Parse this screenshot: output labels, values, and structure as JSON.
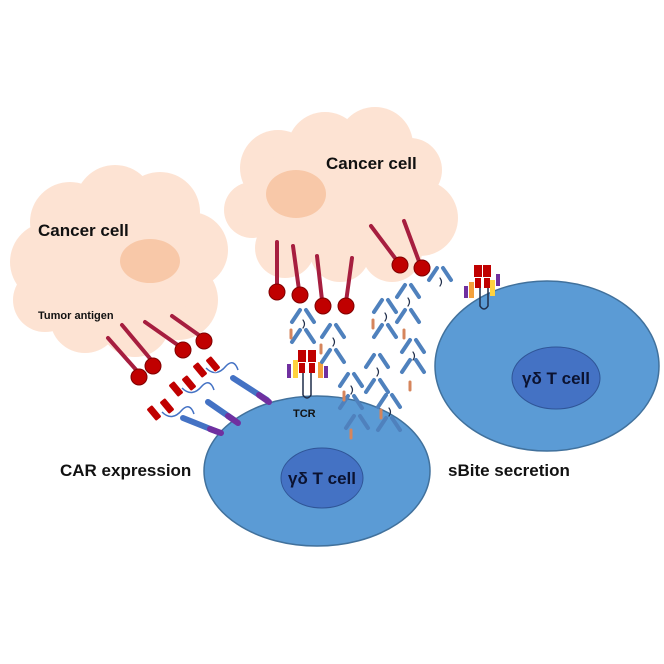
{
  "labels": {
    "cancer_cell_left": "Cancer cell",
    "cancer_cell_top": "Cancer cell",
    "tumor_antigen": "Tumor antigen",
    "tcr": "TCR",
    "car_expression": "CAR expression",
    "sbite_secretion": "sBite secretion",
    "gd_t_cell_center": "γδ T cell",
    "gd_t_cell_right": "γδ T cell"
  },
  "colors": {
    "cancer_cell_fill": "#fde3d3",
    "cancer_nucleus": "#f8c8a8",
    "t_cell_fill": "#5b9bd5",
    "t_cell_stroke": "#41719c",
    "t_cell_nucleus": "#4472c4",
    "antigen_red": "#c00000",
    "antigen_stalk": "#a61e3f",
    "car_blue": "#4472c4",
    "car_purple": "#7030a0",
    "antibody_blue": "#4f81bd",
    "antibody_orange": "#d6855c",
    "tcr_yellow": "#ffd23f",
    "tcr_orange": "#f4a13c",
    "tcr_purple": "#7030a0"
  },
  "icons": [
    "tumor-antigen-icon",
    "car-receptor-icon",
    "sbite-antibody-icon",
    "tcr-complex-icon"
  ]
}
